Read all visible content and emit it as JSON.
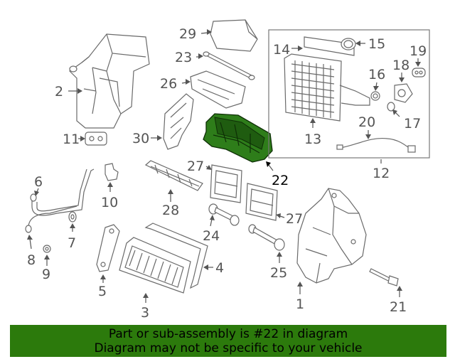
{
  "diagram": {
    "highlighted_part": "22",
    "labels": {
      "p1": "1",
      "p2": "2",
      "p3": "3",
      "p4": "4",
      "p5": "5",
      "p6": "6",
      "p7": "7",
      "p8": "8",
      "p9": "9",
      "p10": "10",
      "p11": "11",
      "p12": "12",
      "p13": "13",
      "p14": "14",
      "p15": "15",
      "p16": "16",
      "p17": "17",
      "p18": "18",
      "p19": "19",
      "p20": "20",
      "p21": "21",
      "p22": "22",
      "p23": "23",
      "p24": "24",
      "p25": "25",
      "p26": "26",
      "p27a": "27",
      "p27b": "27",
      "p28": "28",
      "p29": "29",
      "p30": "30"
    },
    "highlight_color": "#2e7d1a"
  },
  "banner": {
    "line1": "Part or sub-assembly is #22 in diagram",
    "line2": "Diagram may not be specific to your vehicle",
    "background": "#2c7a0c"
  }
}
